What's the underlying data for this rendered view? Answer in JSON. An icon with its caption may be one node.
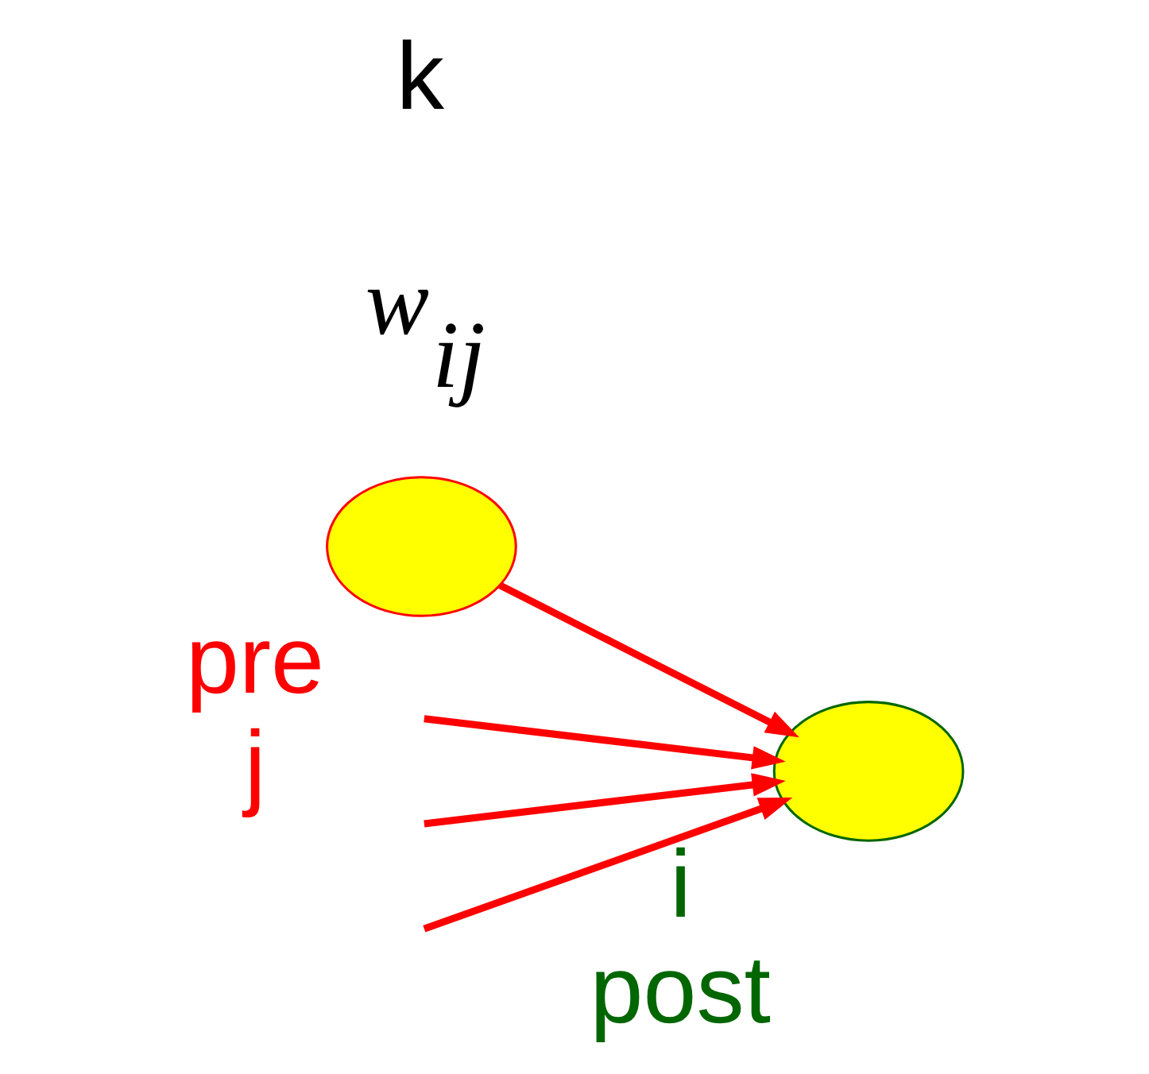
{
  "diagram": {
    "nodes": [
      {
        "text": [],
        "shape": "circle",
        "beside": [
          "pre",
          "j"
        ]
      },
      {
        "text": [],
        "shape": "circle",
        "beside": [
          "i",
          "post"
        ]
      }
    ],
    "edges": [
      {
        "from": 0,
        "to": 1,
        "arrow": "to"
      },
      {
        "from": null,
        "to": 1,
        "arrow": "to"
      },
      {
        "from": null,
        "to": 1,
        "arrow": "to"
      },
      {
        "from": null,
        "to": 1,
        "arrow": "to"
      }
    ],
    "labels": [
      "w$_{ij}$",
      "k"
    ]
  }
}
